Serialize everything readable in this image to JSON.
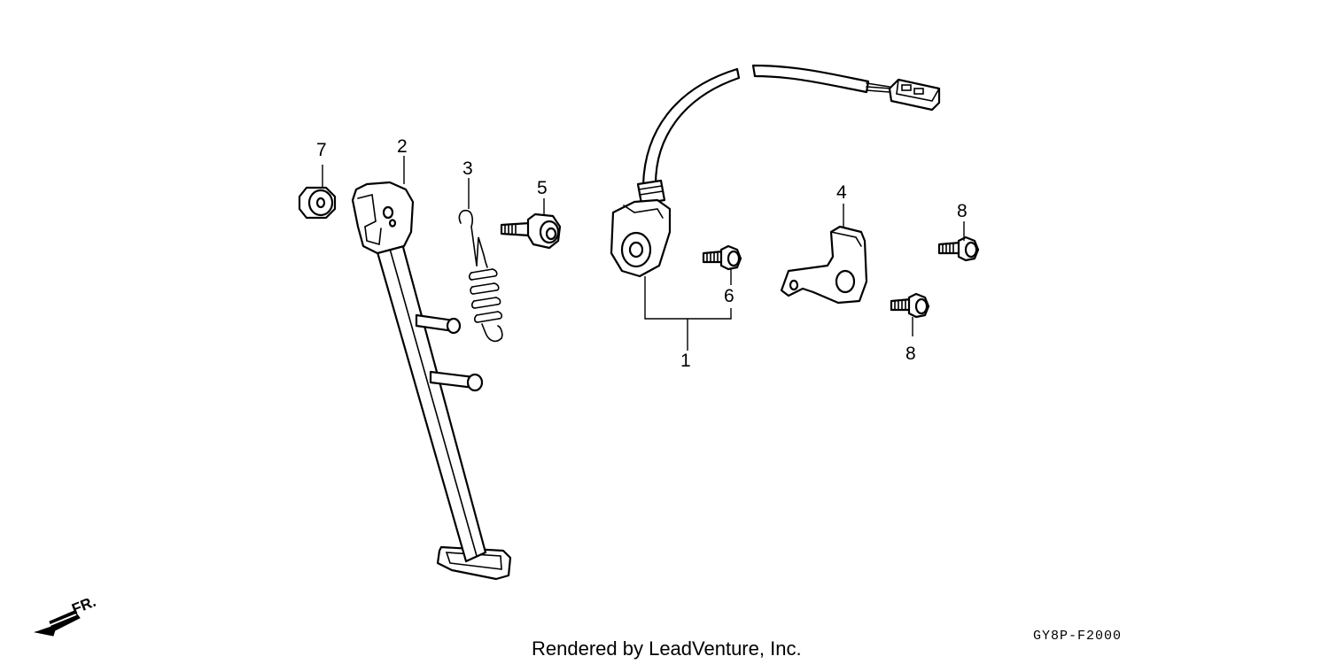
{
  "diagram": {
    "callouts": [
      "1",
      "2",
      "3",
      "4",
      "5",
      "6",
      "7",
      "8",
      "8"
    ],
    "front_marker": "FR.",
    "credit": "Rendered by LeadVenture, Inc.",
    "diagram_code": "GY8P-F2000"
  },
  "parts": [
    {
      "ref": "1",
      "name": "switch-assembly-with-cable"
    },
    {
      "ref": "2",
      "name": "side-stand"
    },
    {
      "ref": "3",
      "name": "spring"
    },
    {
      "ref": "4",
      "name": "bracket"
    },
    {
      "ref": "5",
      "name": "pivot-bolt"
    },
    {
      "ref": "6",
      "name": "screw"
    },
    {
      "ref": "7",
      "name": "nut"
    },
    {
      "ref": "8",
      "name": "bolt"
    }
  ]
}
